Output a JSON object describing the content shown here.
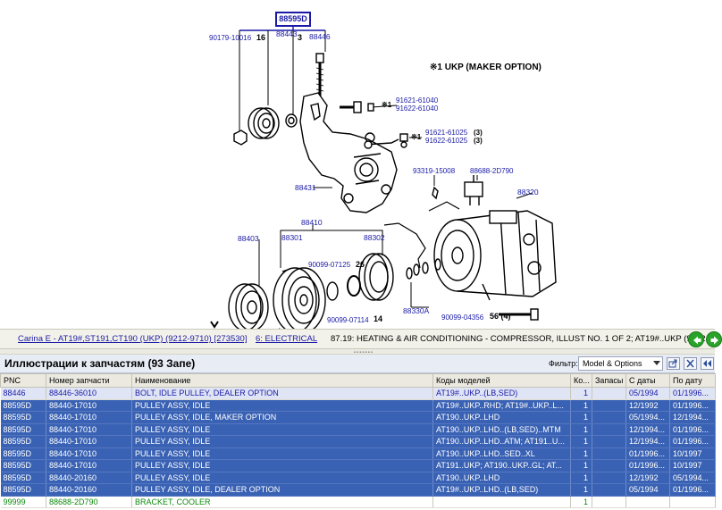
{
  "drawing": {
    "callout_pnc": "88595D",
    "title": "※1 UKP (MAKER OPTION)",
    "labels": {
      "p90179": "90179-10016",
      "q16": "16",
      "p88443": "88443",
      "q3": "3",
      "p88446": "88446",
      "p91621a": "91621-61040",
      "p91622a": "91622-61040",
      "mark1a": "※1",
      "p91621b": "91621-61025",
      "q3b": "(3)",
      "mark1b": "※1",
      "p91622b": "91622-61025",
      "q3c": "(3)",
      "p93319": "93319-15008",
      "p88688": "88688-2D790",
      "p88431": "88431",
      "p88320": "88320",
      "p88410": "88410",
      "p88403": "88403",
      "p88301": "88301",
      "p88302": "88302",
      "p90099a": "90099-07125",
      "q26": "26",
      "p90099b": "90099-07114",
      "q14": "14",
      "p88330a": "88330A",
      "p90099c": "90099-04356",
      "q56": "56 (4)"
    }
  },
  "breadcrumb": {
    "model": "Carina E - AT19#,ST191,CT190 (UKP) (9212-9710) [273530]",
    "group": "6: ELECTRICAL",
    "illustration": "87.19: HEATING & AIR CONDITIONING - COMPRESSOR, ILLUST NO. 1 OF 2; AT19#..UKP (9202"
  },
  "panel": {
    "title": "Иллюстрации к запчастям (93 Запе)",
    "filter_label": "Фильтр:",
    "filter_value": "Model & Options"
  },
  "table": {
    "columns": [
      "PNC",
      "Номер запчасти",
      "Наименование",
      "Коды моделей",
      "Ко...",
      "Запасы",
      "С даты",
      "По дату"
    ],
    "rows": [
      [
        "88446",
        "88446-36010",
        "BOLT, IDLE PULLEY, DEALER OPTION",
        "AT19#..UKP..(LB,SED)",
        "1",
        "",
        "05/1994",
        "01/1996..."
      ],
      [
        "88595D",
        "88440-17010",
        "PULLEY ASSY, IDLE",
        "AT19#..UKP..RHD; AT19#..UKP..L...",
        "1",
        "",
        "12/1992",
        "01/1996..."
      ],
      [
        "88595D",
        "88440-17010",
        "PULLEY ASSY, IDLE, MAKER OPTION",
        "AT190..UKP..LHD",
        "1",
        "",
        "05/1994...",
        "12/1994..."
      ],
      [
        "88595D",
        "88440-17010",
        "PULLEY ASSY, IDLE",
        "AT190..UKP..LHD..(LB,SED)..MTM",
        "1",
        "",
        "12/1994...",
        "01/1996..."
      ],
      [
        "88595D",
        "88440-17010",
        "PULLEY ASSY, IDLE",
        "AT190..UKP..LHD..ATM; AT191..U...",
        "1",
        "",
        "12/1994...",
        "01/1996..."
      ],
      [
        "88595D",
        "88440-17010",
        "PULLEY ASSY, IDLE",
        "AT190..UKP..LHD..SED..XL",
        "1",
        "",
        "01/1996...",
        "10/1997"
      ],
      [
        "88595D",
        "88440-17010",
        "PULLEY ASSY, IDLE",
        "AT191..UKP; AT190..UKP..GL; AT...",
        "1",
        "",
        "01/1996...",
        "10/1997"
      ],
      [
        "88595D",
        "88440-20160",
        "PULLEY ASSY, IDLE",
        "AT190..UKP..LHD",
        "1",
        "",
        "12/1992",
        "05/1994..."
      ],
      [
        "88595D",
        "88440-20160",
        "PULLEY ASSY, IDLE, DEALER OPTION",
        "AT19#..UKP..LHD..(LB,SED)",
        "1",
        "",
        "05/1994",
        "01/1996..."
      ],
      [
        "99999",
        "88688-2D790",
        "BRACKET, COOLER",
        "",
        "1",
        "",
        "",
        ""
      ]
    ]
  },
  "colors": {
    "selected_row": "#3a62b4",
    "current_row": "#dfe5f5",
    "link": "#1a1aa6",
    "green_row": "#0d8a0d",
    "nav_button": "#29a329"
  }
}
